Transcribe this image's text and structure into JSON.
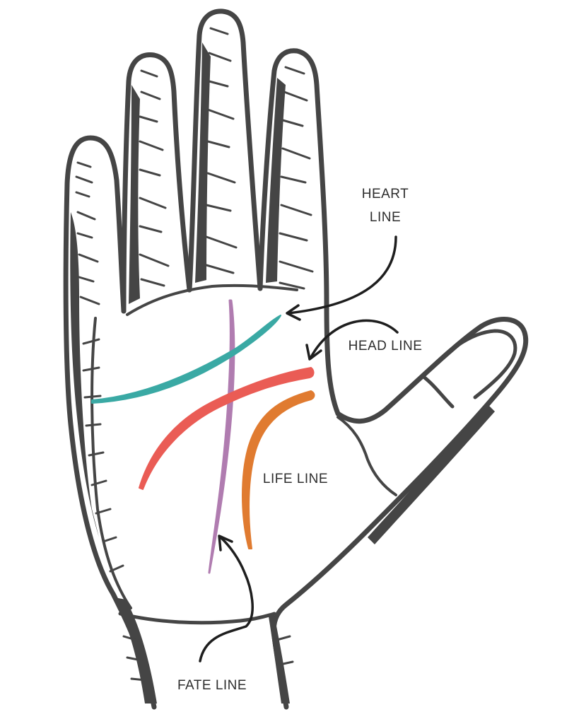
{
  "labels": {
    "heart_line_1": "HEART",
    "heart_line_2": "LINE",
    "head_line": "HEAD LINE",
    "life_line": "LIFE LINE",
    "fate_line": "FATE LINE"
  },
  "colors": {
    "heart_line": "#3aa9a4",
    "head_line": "#ea5c55",
    "life_line": "#e07b30",
    "fate_line": "#b07cb0",
    "hand_ink": "#454545",
    "arrow": "#1e1e1e"
  }
}
